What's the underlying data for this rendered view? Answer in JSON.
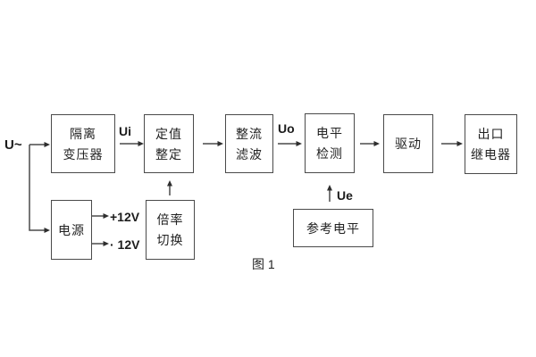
{
  "figure": {
    "caption": "图 1"
  },
  "signal_labels": {
    "input": "U~",
    "ui": "Ui",
    "uo": "Uo",
    "ue": "Ue",
    "plus12v": "+12V",
    "minus12v": "· 12V"
  },
  "boxes": {
    "isolation": {
      "line1": "隔离",
      "line2": "变压器"
    },
    "setting": {
      "line1": "定值",
      "line2": "整定"
    },
    "rectifier": {
      "line1": "整流",
      "line2": "滤波"
    },
    "level": {
      "line1": "电平",
      "line2": "检测"
    },
    "drive": {
      "line1": "驱动"
    },
    "relay": {
      "line1": "出口",
      "line2": "继电器"
    },
    "power": {
      "line1": "电源"
    },
    "ratio": {
      "line1": "倍率",
      "line2": "切换"
    },
    "reference": {
      "line1": "参考电平"
    }
  },
  "colors": {
    "line": "#4a4a4a",
    "arrowhead": "#2e2e2e",
    "text": "#222222",
    "background": "#ffffff"
  }
}
